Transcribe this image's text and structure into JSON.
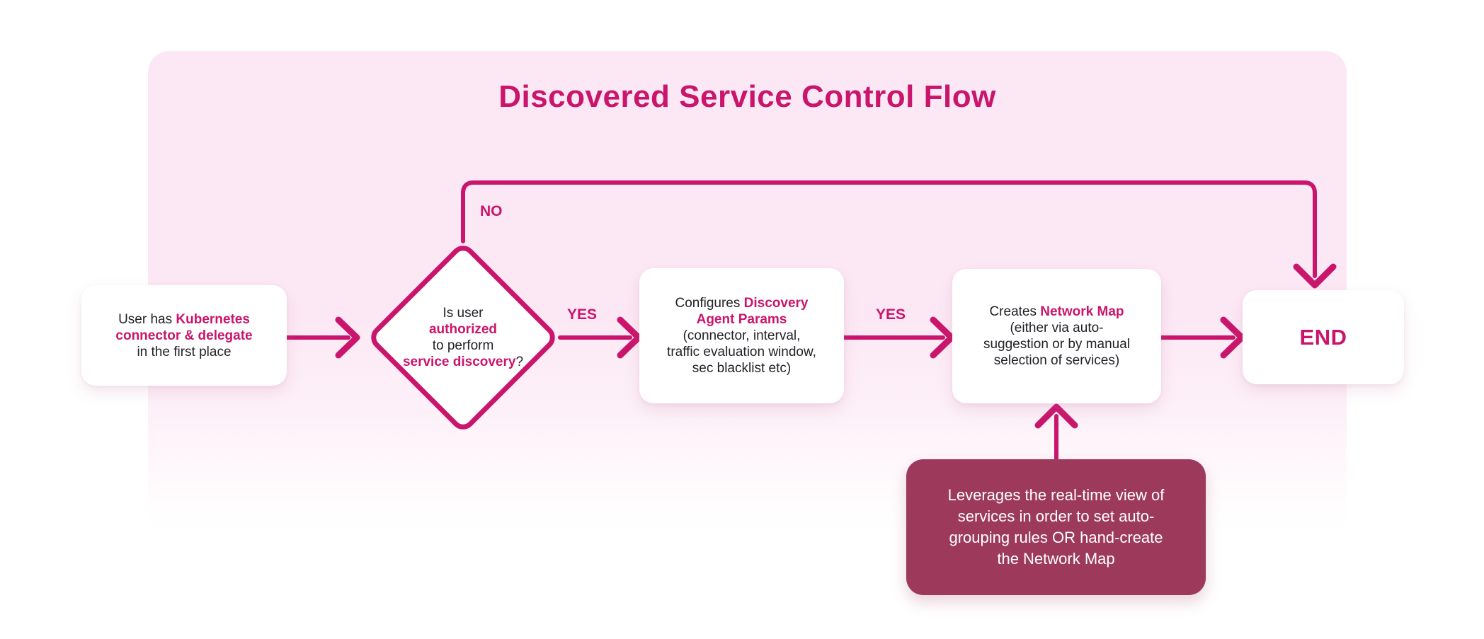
{
  "title": "Discovered Service Control Flow",
  "colors": {
    "accent": "#C9156B",
    "container-pink": "#FCE8F4",
    "note-bg": "#9D3A5C",
    "ink": "#232127",
    "card-white": "#FFFFFF",
    "canvas-bg": "#FFFFFF"
  },
  "edge_labels": {
    "no": "NO",
    "yes1": "YES",
    "yes2": "YES"
  },
  "nodes": {
    "start": {
      "segments": [
        {
          "t": "User has "
        },
        {
          "t": "Kubernetes",
          "accent": true
        },
        {
          "br": true
        },
        {
          "t": "connector & delegate",
          "accent": true
        },
        {
          "br": true
        },
        {
          "t": "in the first place"
        }
      ]
    },
    "decision": {
      "segments": [
        {
          "t": "Is user"
        },
        {
          "br": true
        },
        {
          "t": "authorized",
          "accent": true
        },
        {
          "br": true
        },
        {
          "t": "to perform"
        },
        {
          "br": true
        },
        {
          "t": "service discovery",
          "accent": true
        },
        {
          "t": "?"
        }
      ]
    },
    "configure": {
      "segments": [
        {
          "t": "Configures "
        },
        {
          "t": "Discovery",
          "accent": true
        },
        {
          "br": true
        },
        {
          "t": "Agent Params",
          "accent": true
        },
        {
          "br": true
        },
        {
          "t": "(connector, interval,"
        },
        {
          "br": true
        },
        {
          "t": "traffic evaluation window,"
        },
        {
          "br": true
        },
        {
          "t": "sec blacklist etc)"
        }
      ]
    },
    "create": {
      "segments": [
        {
          "t": "Creates "
        },
        {
          "t": "Network Map",
          "accent": true
        },
        {
          "br": true
        },
        {
          "t": "(either via auto-"
        },
        {
          "br": true
        },
        {
          "t": "suggestion or by manual"
        },
        {
          "br": true
        },
        {
          "t": "selection of services)"
        }
      ]
    },
    "end": {
      "label": "END"
    },
    "note": {
      "segments": [
        {
          "t": "Leverages the real-time view of"
        },
        {
          "br": true
        },
        {
          "t": "services in order to set auto-"
        },
        {
          "br": true
        },
        {
          "t": "grouping rules OR hand-create"
        },
        {
          "br": true
        },
        {
          "t": "the Network Map"
        }
      ]
    }
  }
}
